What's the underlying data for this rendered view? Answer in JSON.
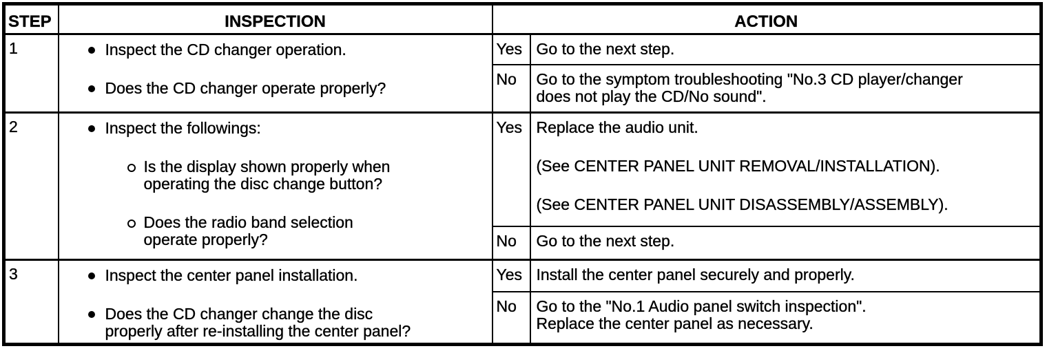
{
  "table": {
    "headers": {
      "step": "STEP",
      "inspection": "INSPECTION",
      "action": "ACTION"
    },
    "icons": {
      "bullet": "filled-circle",
      "sub_bullet": "open-circle"
    },
    "rows": [
      {
        "step": "1",
        "inspection": [
          {
            "level": 1,
            "lines": [
              "Inspect the CD changer operation."
            ]
          },
          {
            "level": 1,
            "lines": [
              "Does the CD changer operate properly?"
            ]
          }
        ],
        "branches": [
          {
            "label": "Yes",
            "action_paragraphs": [
              {
                "lines": [
                  "Go to the next step."
                ]
              }
            ]
          },
          {
            "label": "No",
            "action_paragraphs": [
              {
                "lines": [
                  "Go to the symptom troubleshooting \"No.3 CD player/changer",
                  "does not play the CD/No sound\"."
                ]
              }
            ]
          }
        ]
      },
      {
        "step": "2",
        "inspection": [
          {
            "level": 1,
            "lines": [
              "Inspect the followings:"
            ]
          },
          {
            "level": 2,
            "lines": [
              "Is the display shown properly when",
              "operating the disc change button?"
            ]
          },
          {
            "level": 2,
            "lines": [
              "Does the radio band selection",
              "operate properly?"
            ]
          }
        ],
        "branches": [
          {
            "label": "Yes",
            "action_paragraphs": [
              {
                "lines": [
                  "Replace the audio unit."
                ]
              },
              {
                "lines": [
                  "(See CENTER PANEL UNIT REMOVAL/INSTALLATION)."
                ]
              },
              {
                "lines": [
                  "(See CENTER PANEL UNIT DISASSEMBLY/ASSEMBLY)."
                ]
              }
            ]
          },
          {
            "label": "No",
            "action_paragraphs": [
              {
                "lines": [
                  "Go to the next step."
                ]
              }
            ]
          }
        ]
      },
      {
        "step": "3",
        "inspection": [
          {
            "level": 1,
            "lines": [
              "Inspect the center panel installation."
            ]
          },
          {
            "level": 1,
            "lines": [
              "Does the CD changer change the disc",
              "properly after re-installing the center panel?"
            ]
          }
        ],
        "branches": [
          {
            "label": "Yes",
            "action_paragraphs": [
              {
                "lines": [
                  "Install the center panel securely and properly."
                ]
              }
            ]
          },
          {
            "label": "No",
            "action_paragraphs": [
              {
                "lines": [
                  "Go to the \"No.1 Audio panel switch inspection\".",
                  "Replace the center panel as necessary."
                ]
              }
            ]
          }
        ]
      }
    ]
  }
}
